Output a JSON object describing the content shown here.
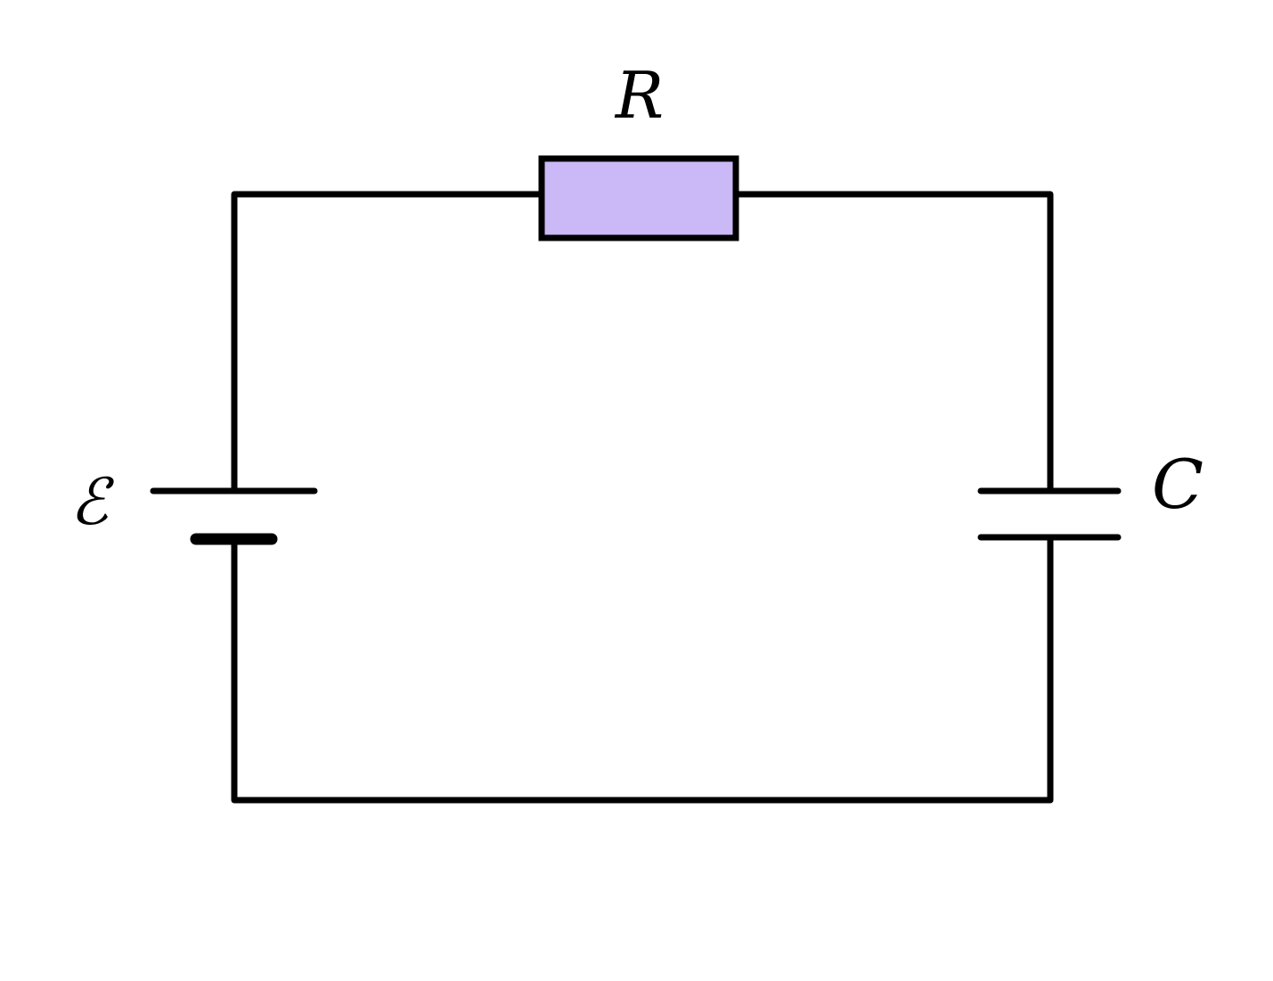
{
  "diagram": {
    "type": "circuit",
    "components": {
      "resistor": {
        "label": "R",
        "fill_color": "#cbb8f6",
        "stroke_color": "#000000"
      },
      "battery": {
        "label": "ℰ"
      },
      "capacitor": {
        "label": "C"
      }
    },
    "wire_color": "#000000",
    "background": "#ffffff"
  }
}
